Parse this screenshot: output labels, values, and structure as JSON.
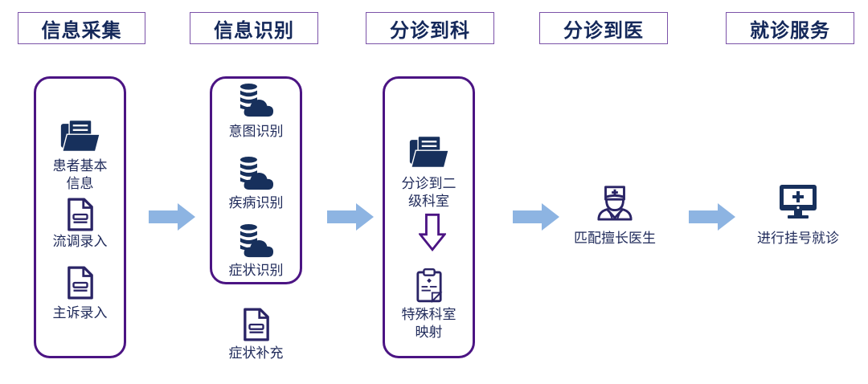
{
  "colors": {
    "header_border": "#7b52a8",
    "group_border": "#4b1483",
    "icon_fill": "#17305c",
    "icon_stroke": "#2a2466",
    "flow_arrow": "#8db4e2",
    "text": "#1f2a5a"
  },
  "stages": [
    {
      "title": "信息采集",
      "items": [
        {
          "icon": "open-folder-icon",
          "label": "患者基本\n信息"
        },
        {
          "icon": "document-icon",
          "label": "流调录入"
        },
        {
          "icon": "document-icon",
          "label": "主诉录入"
        }
      ]
    },
    {
      "title": "信息识别",
      "items": [
        {
          "icon": "database-cloud-icon",
          "label": "意图识别"
        },
        {
          "icon": "database-cloud-icon",
          "label": "疾病识别"
        },
        {
          "icon": "database-cloud-icon",
          "label": "症状识别"
        }
      ],
      "extra_item": {
        "icon": "document-icon",
        "label": "症状补充"
      }
    },
    {
      "title": "分诊到科",
      "items": [
        {
          "icon": "open-folder-icon",
          "label": "分诊到二\n级科室"
        },
        {
          "icon": "medical-clipboard-icon",
          "label": "特殊科室\n映射"
        }
      ],
      "inner_arrow": "down-arrow-icon"
    },
    {
      "title": "分诊到医",
      "items": [
        {
          "icon": "doctor-icon",
          "label": "匹配擅长医生"
        }
      ]
    },
    {
      "title": "就诊服务",
      "items": [
        {
          "icon": "medical-monitor-icon",
          "label": "进行挂号就诊"
        }
      ]
    }
  ],
  "flow_arrows": [
    "right-arrow-icon",
    "right-arrow-icon",
    "right-arrow-icon",
    "right-arrow-icon"
  ]
}
